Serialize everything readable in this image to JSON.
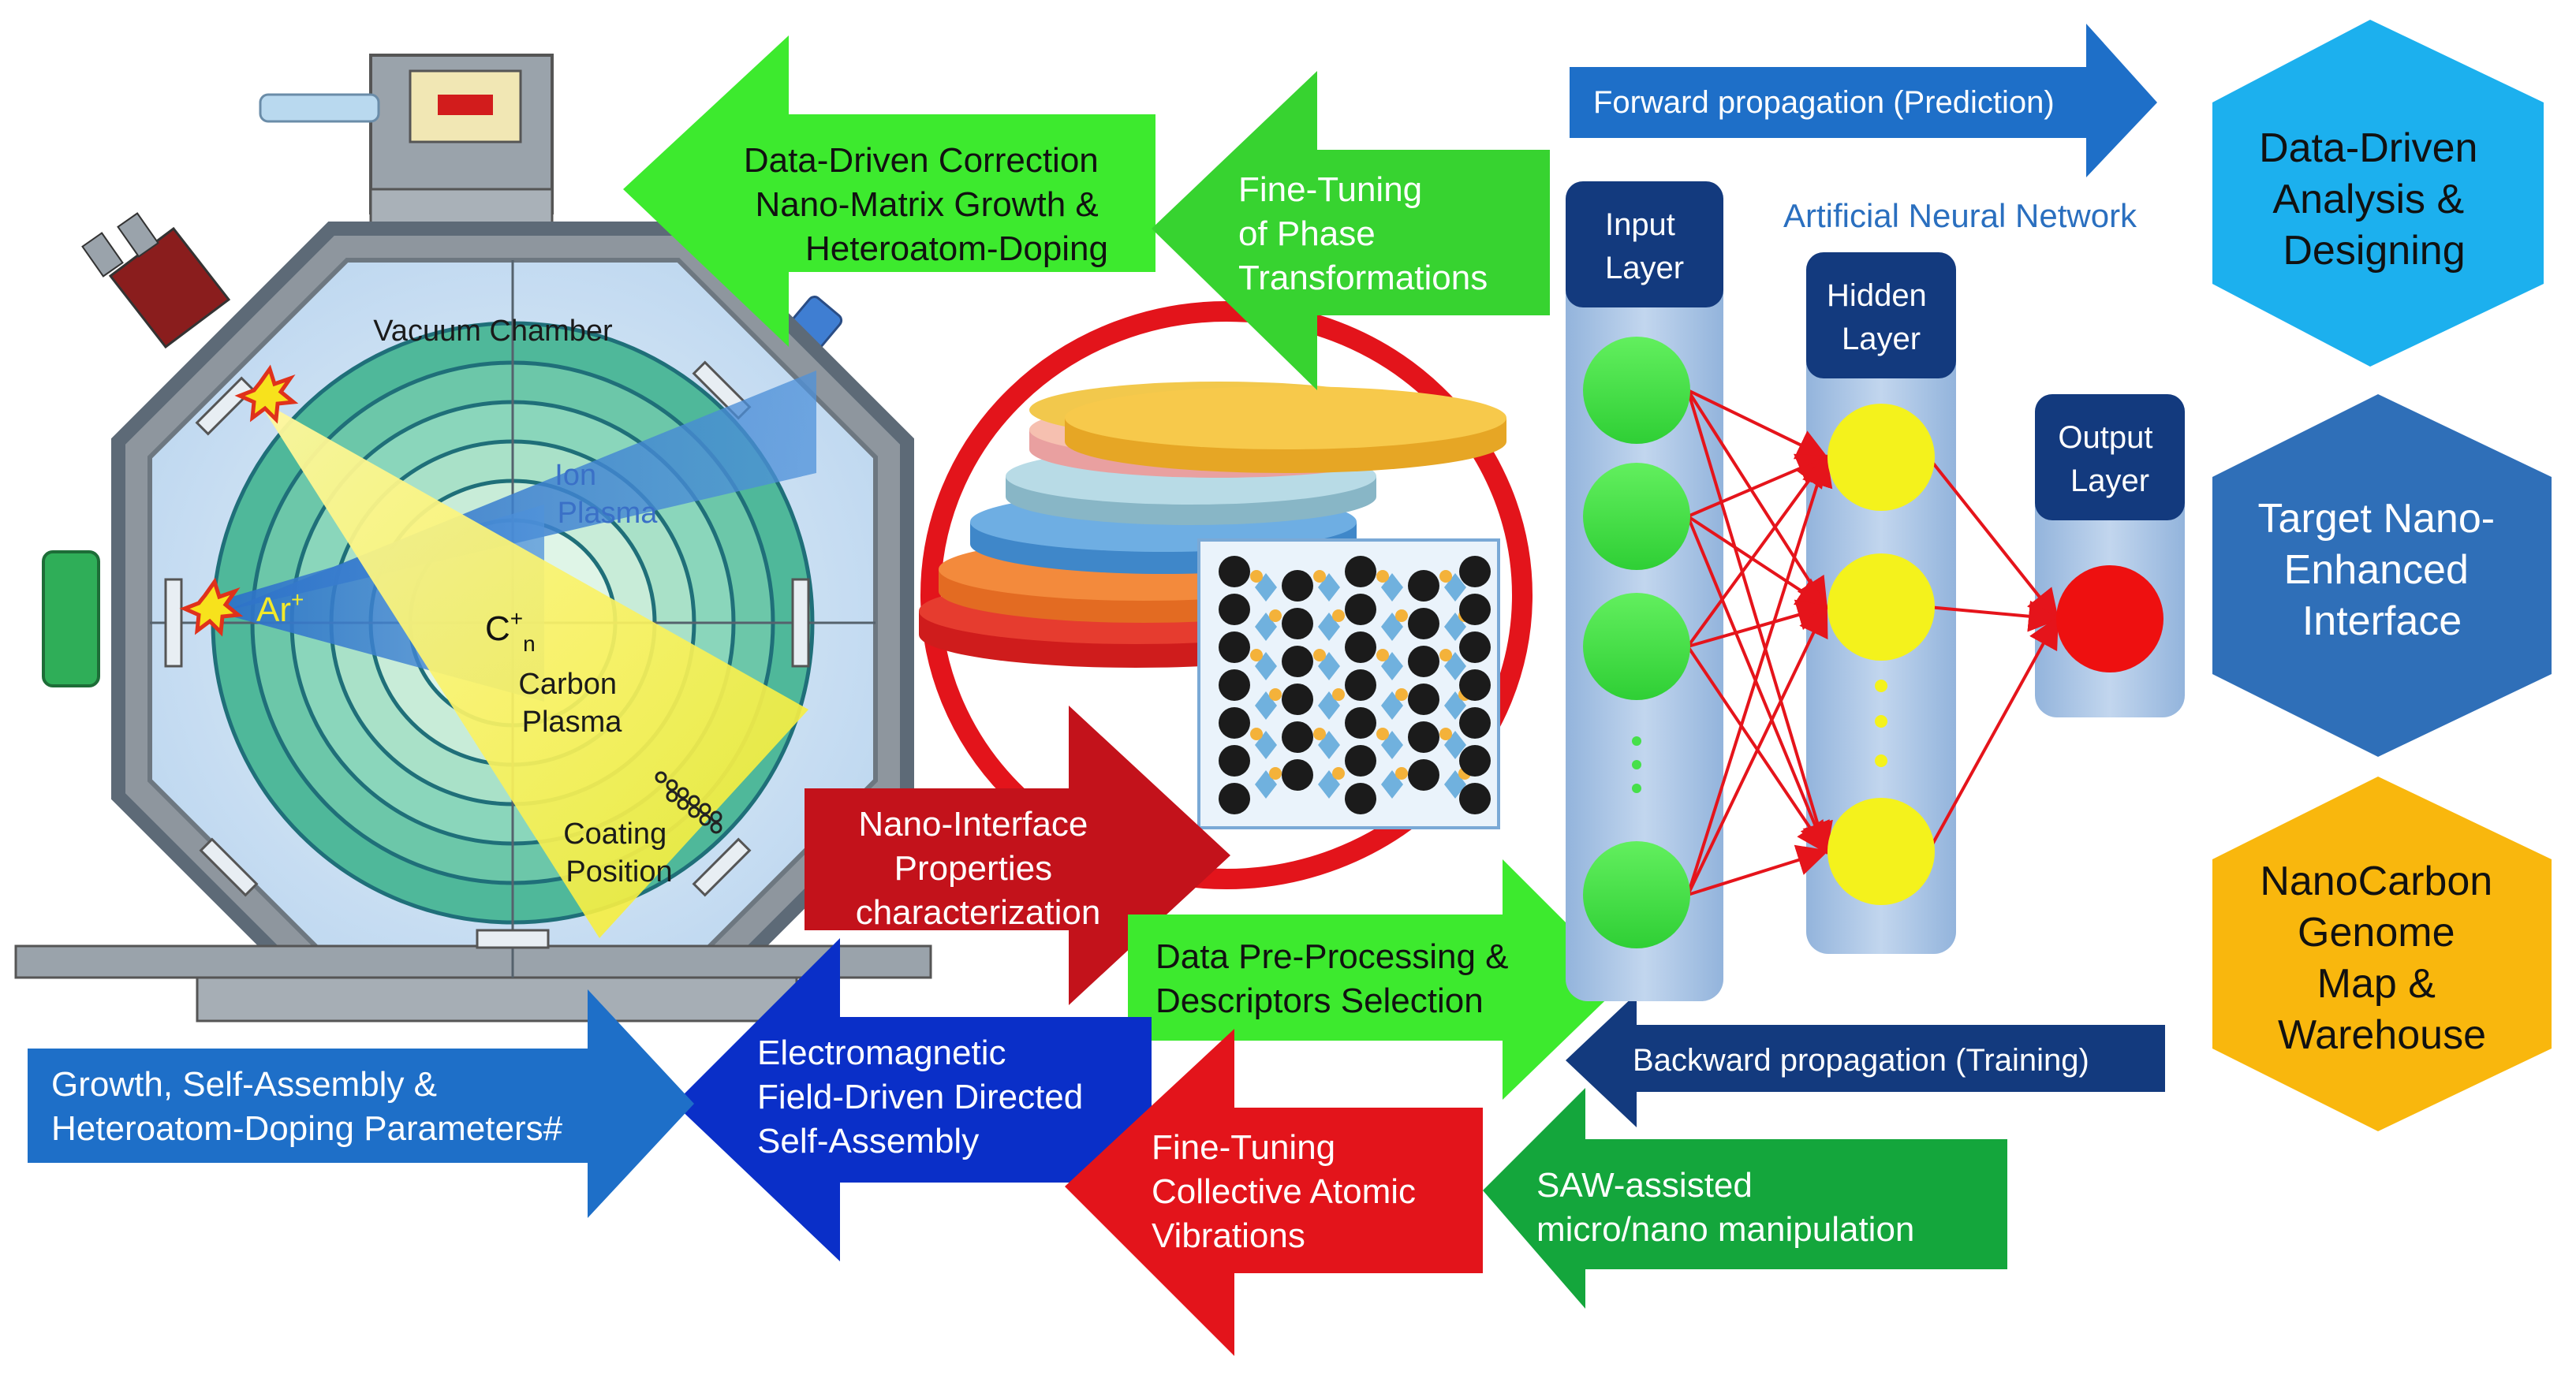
{
  "colors": {
    "bright_green": "#3dea2e",
    "dark_green": "#14a63c",
    "red": "#e3141b",
    "dark_red": "#c3121b",
    "dark_blue": "#0a2fc8",
    "mid_blue": "#1e6fc8",
    "navy": "#133a7e",
    "cyan": "#1cb0ee",
    "steel_blue": "#2f6fb8",
    "amber": "#f9b70d",
    "node_green": "#46e04a",
    "node_yellow": "#f4f21c",
    "node_red": "#ee1010"
  },
  "chamber": {
    "title": "Vacuum Chamber",
    "ion_plasma": [
      "Ion",
      "Plasma"
    ],
    "ar_ion": "Ar",
    "ar_sup": "+",
    "c_ion": "C",
    "c_sup": "+",
    "c_sub": "n",
    "carbon_plasma": [
      "Carbon",
      "Plasma"
    ],
    "coating_position": [
      "Coating",
      "Position"
    ]
  },
  "arrows": {
    "data_driven_correction": [
      "Data-Driven Correction",
      "Nano-Matrix Growth &",
      "Heteroatom-Doping"
    ],
    "fine_tuning_phase": [
      "Fine-Tuning",
      "of Phase",
      "Transformations"
    ],
    "nano_interface": [
      "Nano-Interface",
      "Properties",
      "characterization"
    ],
    "data_preprocessing": [
      "Data Pre-Processing &",
      "Descriptors Selection"
    ],
    "electromagnetic": [
      "Electromagnetic",
      "Field-Driven Directed",
      "Self-Assembly"
    ],
    "growth_params": [
      "Growth, Self-Assembly &",
      "Heteroatom-Doping Parameters#"
    ],
    "fine_tuning_vibrations": [
      "Fine-Tuning",
      "Collective Atomic",
      "Vibrations"
    ],
    "saw_assisted": [
      "SAW-assisted",
      "micro/nano manipulation"
    ],
    "forward": "Forward propagation (Prediction)",
    "backward": "Backward propagation (Training)"
  },
  "ann": {
    "title": "Artificial Neural Network",
    "input_layer": [
      "Input",
      "Layer"
    ],
    "hidden_layer": [
      "Hidden",
      "Layer"
    ],
    "output_layer": [
      "Output",
      "Layer"
    ]
  },
  "hexagons": {
    "analysis": [
      "Data-Driven",
      "Analysis &",
      "Designing"
    ],
    "target": [
      "Target Nano-",
      "Enhanced",
      "Interface"
    ],
    "genome": [
      "NanoCarbon",
      "Genome",
      "Map &",
      "Warehouse"
    ]
  }
}
